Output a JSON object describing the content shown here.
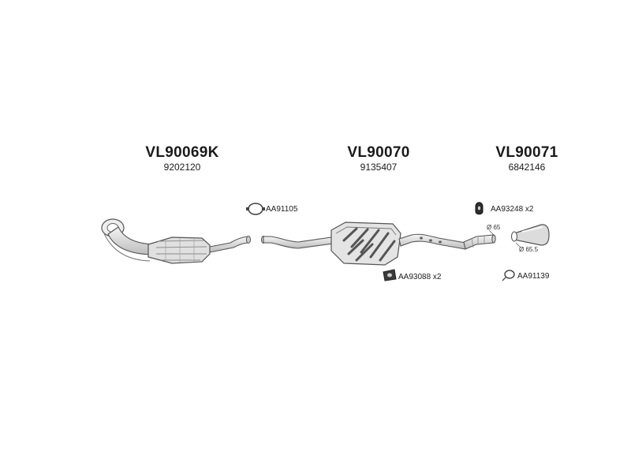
{
  "groups": [
    {
      "code": "VL90069K",
      "number": "9202120"
    },
    {
      "code": "VL90070",
      "number": "9135407"
    },
    {
      "code": "VL90071",
      "number": "6842146"
    }
  ],
  "parts": {
    "clamp_left": "AA91105",
    "hanger_bottom": "AA93088 x2",
    "hanger_right": "AA93248 x2",
    "ring_right": "AA91139"
  },
  "dimensions": {
    "pipe_diameter": "Ø 65",
    "tip_diameter": "Ø 65.5"
  },
  "colors": {
    "outline": "#555555",
    "fill_light": "#e9e9e9",
    "fill_mid": "#cfcfcf",
    "fill_dark": "#3a3a3a"
  }
}
